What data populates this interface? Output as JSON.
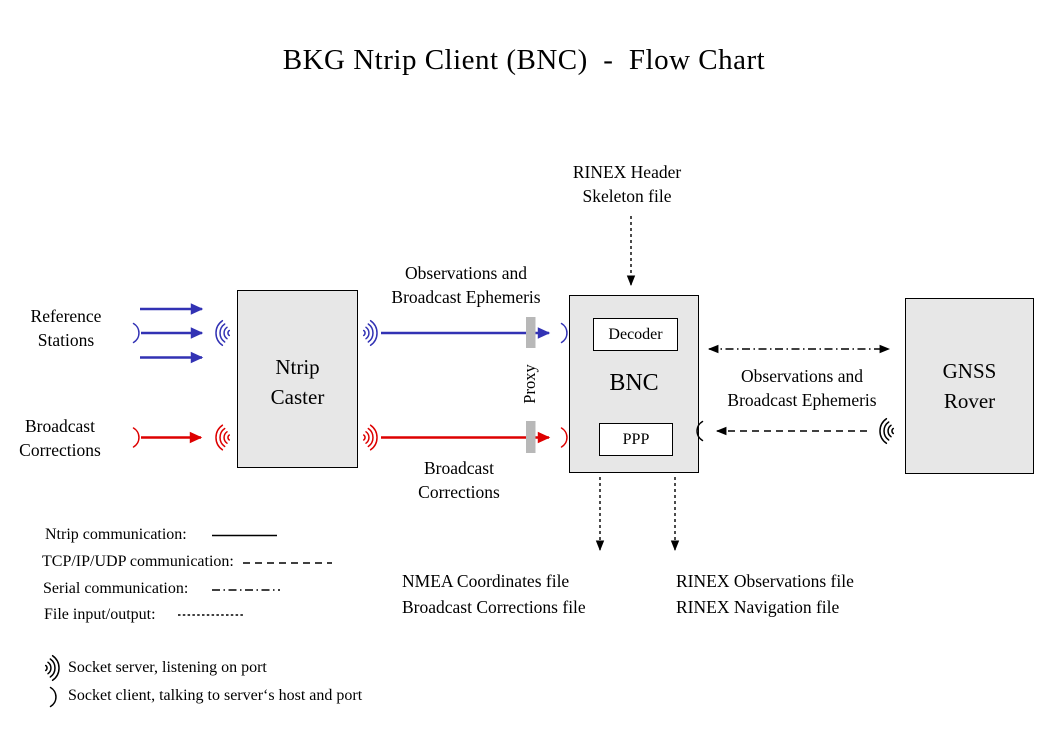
{
  "colors": {
    "blue": "#3232b4",
    "red": "#dd0000",
    "black": "#000000",
    "box_fill": "#e7e7e7",
    "proxy_bar": "#b8b8b8"
  },
  "title": "BKG Ntrip Client (BNC)  -  Flow Chart",
  "nodes": {
    "ntrip_caster": {
      "line1": "Ntrip",
      "line2": "Caster"
    },
    "bnc": {
      "label": "BNC",
      "decoder": "Decoder",
      "ppp": "PPP"
    },
    "gnss_rover": {
      "line1": "GNSS",
      "line2": "Rover"
    }
  },
  "labels": {
    "rinex_header": {
      "line1": "RINEX Header",
      "line2": "Skeleton file"
    },
    "reference_stations": {
      "line1": "Reference",
      "line2": "Stations"
    },
    "broadcast_corrections_input": {
      "line1": "Broadcast",
      "line2": "Corrections"
    },
    "observations_ephemeris_caster_bnc": {
      "line1": "Observations and",
      "line2": "Broadcast Ephemeris"
    },
    "broadcast_corrections_caster_bnc": {
      "line1": "Broadcast",
      "line2": "Corrections"
    },
    "proxy": "Proxy",
    "observations_ephemeris_bnc_rover": {
      "line1": "Observations and",
      "line2": "Broadcast Ephemeris"
    },
    "nmea_output": {
      "line1": "NMEA Coordinates file",
      "line2": "Broadcast Corrections file"
    },
    "rinex_output": {
      "line1": "RINEX Observations file",
      "line2": "RINEX Navigation file"
    }
  },
  "legend": {
    "line_types": [
      {
        "label": "Ntrip communication:",
        "style": "solid"
      },
      {
        "label": "TCP/IP/UDP communication:",
        "style": "dashed"
      },
      {
        "label": "Serial communication:",
        "style": "dash-dot"
      },
      {
        "label": "File input/output:",
        "style": "fine-dash"
      }
    ],
    "socket_types": [
      {
        "symbol": "socket-server",
        "label": "Socket server, listening on port"
      },
      {
        "symbol": "socket-client",
        "label": "Socket client, talking to server‘s host and port"
      }
    ]
  }
}
